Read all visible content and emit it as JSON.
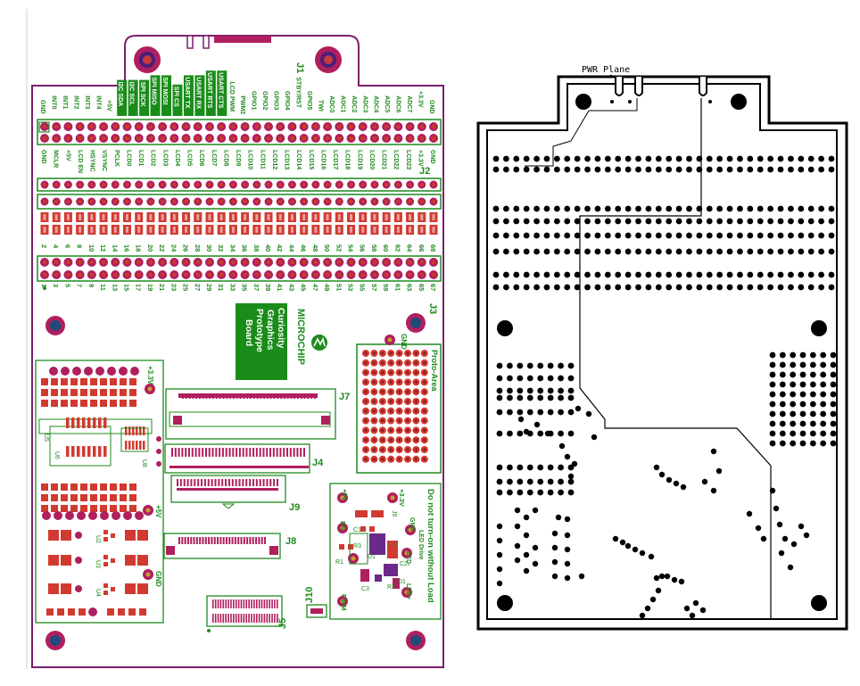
{
  "colors": {
    "board_outline": "#7a1f6e",
    "copper": "#b01f5e",
    "silk": "#1f8a1f",
    "pad_fill": "#d23a30",
    "logo_bg": "#1a8c1a",
    "plane_ink": "#000000"
  },
  "left_board": {
    "connector_top": "J1",
    "header_label": "J2",
    "mount_label": "J3",
    "top_pin_labels": [
      "GND",
      "INT0",
      "INT1",
      "INT2",
      "INT3",
      "INT4",
      "+5V",
      "I2C SDA",
      "I2C SCL",
      "SPI SCK",
      "SPI MISO",
      "SPI MOSI",
      "SPI CS",
      "USART TX",
      "USART RX",
      "USART RTS",
      "USART CTS",
      "LCD PWM",
      "PWM2",
      "GPIO1",
      "GPIO2",
      "GPIO3",
      "GPIO4",
      "STBY/RST",
      "GPIO5",
      "TWI",
      "ADC0",
      "ADC1",
      "ADC2",
      "ADC3",
      "ADC4",
      "ADC5",
      "ADC6",
      "ADC7",
      "+3.3V",
      "GND"
    ],
    "second_row_labels": [
      "GND",
      "MCLR",
      "+5V",
      "LCD EN",
      "HSYNC",
      "VSYNC",
      "PCLK",
      "LCD0",
      "LCD1",
      "LCD2",
      "LCD3",
      "LCD4",
      "LCD5",
      "LCD6",
      "LCD7",
      "LCD8",
      "LCD9",
      "LCD10",
      "LCD11",
      "LCD12",
      "LCD13",
      "LCD14",
      "LCD15",
      "LCD16",
      "LCD17",
      "LCD18",
      "LCD19",
      "LCD20",
      "LCD21",
      "LCD22",
      "LCD23",
      "+3.3V",
      "GND"
    ],
    "even_pins": [
      "2",
      "4",
      "6",
      "8",
      "10",
      "12",
      "14",
      "16",
      "18",
      "20",
      "22",
      "24",
      "26",
      "28",
      "30",
      "32",
      "34",
      "36",
      "38",
      "40",
      "42",
      "44",
      "46",
      "48",
      "50",
      "52",
      "54",
      "56",
      "58",
      "60",
      "62",
      "64",
      "66",
      "68"
    ],
    "odd_pins": [
      "1",
      "3",
      "5",
      "7",
      "9",
      "11",
      "13",
      "15",
      "17",
      "19",
      "21",
      "23",
      "25",
      "27",
      "29",
      "31",
      "33",
      "35",
      "37",
      "39",
      "41",
      "43",
      "45",
      "47",
      "49",
      "51",
      "53",
      "55",
      "57",
      "59",
      "61",
      "63",
      "65",
      "67"
    ],
    "logo_lines": [
      "Curiosity",
      "Graphics",
      "Prototype",
      "Board"
    ],
    "brand": "MICROCHIP",
    "proto_label": "Proto-Area",
    "proto_gnd": "GND",
    "labels": {
      "j4": "J4",
      "j5": "J5",
      "j7": "J7",
      "j8": "J8",
      "j9": "J9",
      "j10": "J10",
      "v33": "+3.3V",
      "v5": "+5V",
      "gnd": "GND",
      "u5": "U5",
      "u6": "U6",
      "u8": "U8",
      "u1": "U1",
      "u2": "U2",
      "u3": "U3",
      "u4": "U4",
      "warning": "Do not turn-on without Load",
      "pwr_v5": "+5V",
      "pwr_v33": "+3.3V",
      "j6": "J6",
      "en": "EN",
      "gnd2": "GND",
      "led_drive": "LED Drive",
      "led_minus": "LED-",
      "led_plus": "LED+",
      "pwm": "PWM",
      "r1": "R1",
      "r2": "R2",
      "r3": "R3",
      "c1": "C1",
      "c2": "C2",
      "c3": "C3",
      "l1": "L1",
      "d1": "D1"
    }
  },
  "right_board": {
    "title": "PWR Plane"
  }
}
